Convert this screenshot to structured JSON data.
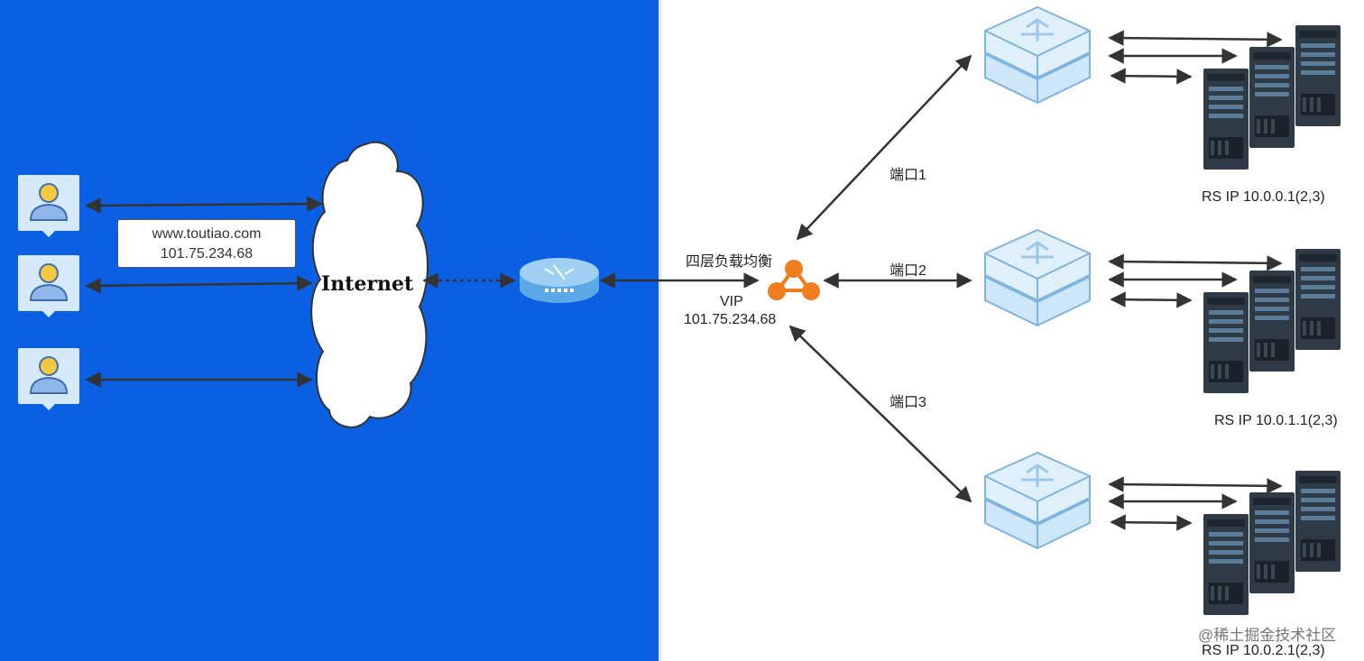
{
  "colors": {
    "left_bg": "#0a5fe3",
    "right_bg": "#ffffff",
    "arrow": "#333333",
    "accent_orange": "#f07d1c",
    "switch_blue": "#bfe0f7",
    "server_dark": "#2f3a47"
  },
  "diagram": {
    "internet_label": "Internet",
    "domain": {
      "line1": "www.toutiao.com",
      "line2": "101.75.234.68"
    },
    "load_balancer": {
      "title": "四层负载均衡",
      "vip_label": "VIP",
      "vip_ip": "101.75.234.68"
    },
    "ports": [
      {
        "label": "端口1"
      },
      {
        "label": "端口2"
      },
      {
        "label": "端口3"
      }
    ],
    "rs_groups": [
      {
        "label": "RS IP 10.0.0.1(2,3)"
      },
      {
        "label": "RS IP 10.0.1.1(2,3)"
      },
      {
        "label": "RS IP 10.0.2.1(2,3)"
      }
    ],
    "users": [
      {
        "icon": "user-icon"
      },
      {
        "icon": "user-icon"
      },
      {
        "icon": "user-icon"
      }
    ],
    "watermark": "@稀土掘金技术社区"
  }
}
